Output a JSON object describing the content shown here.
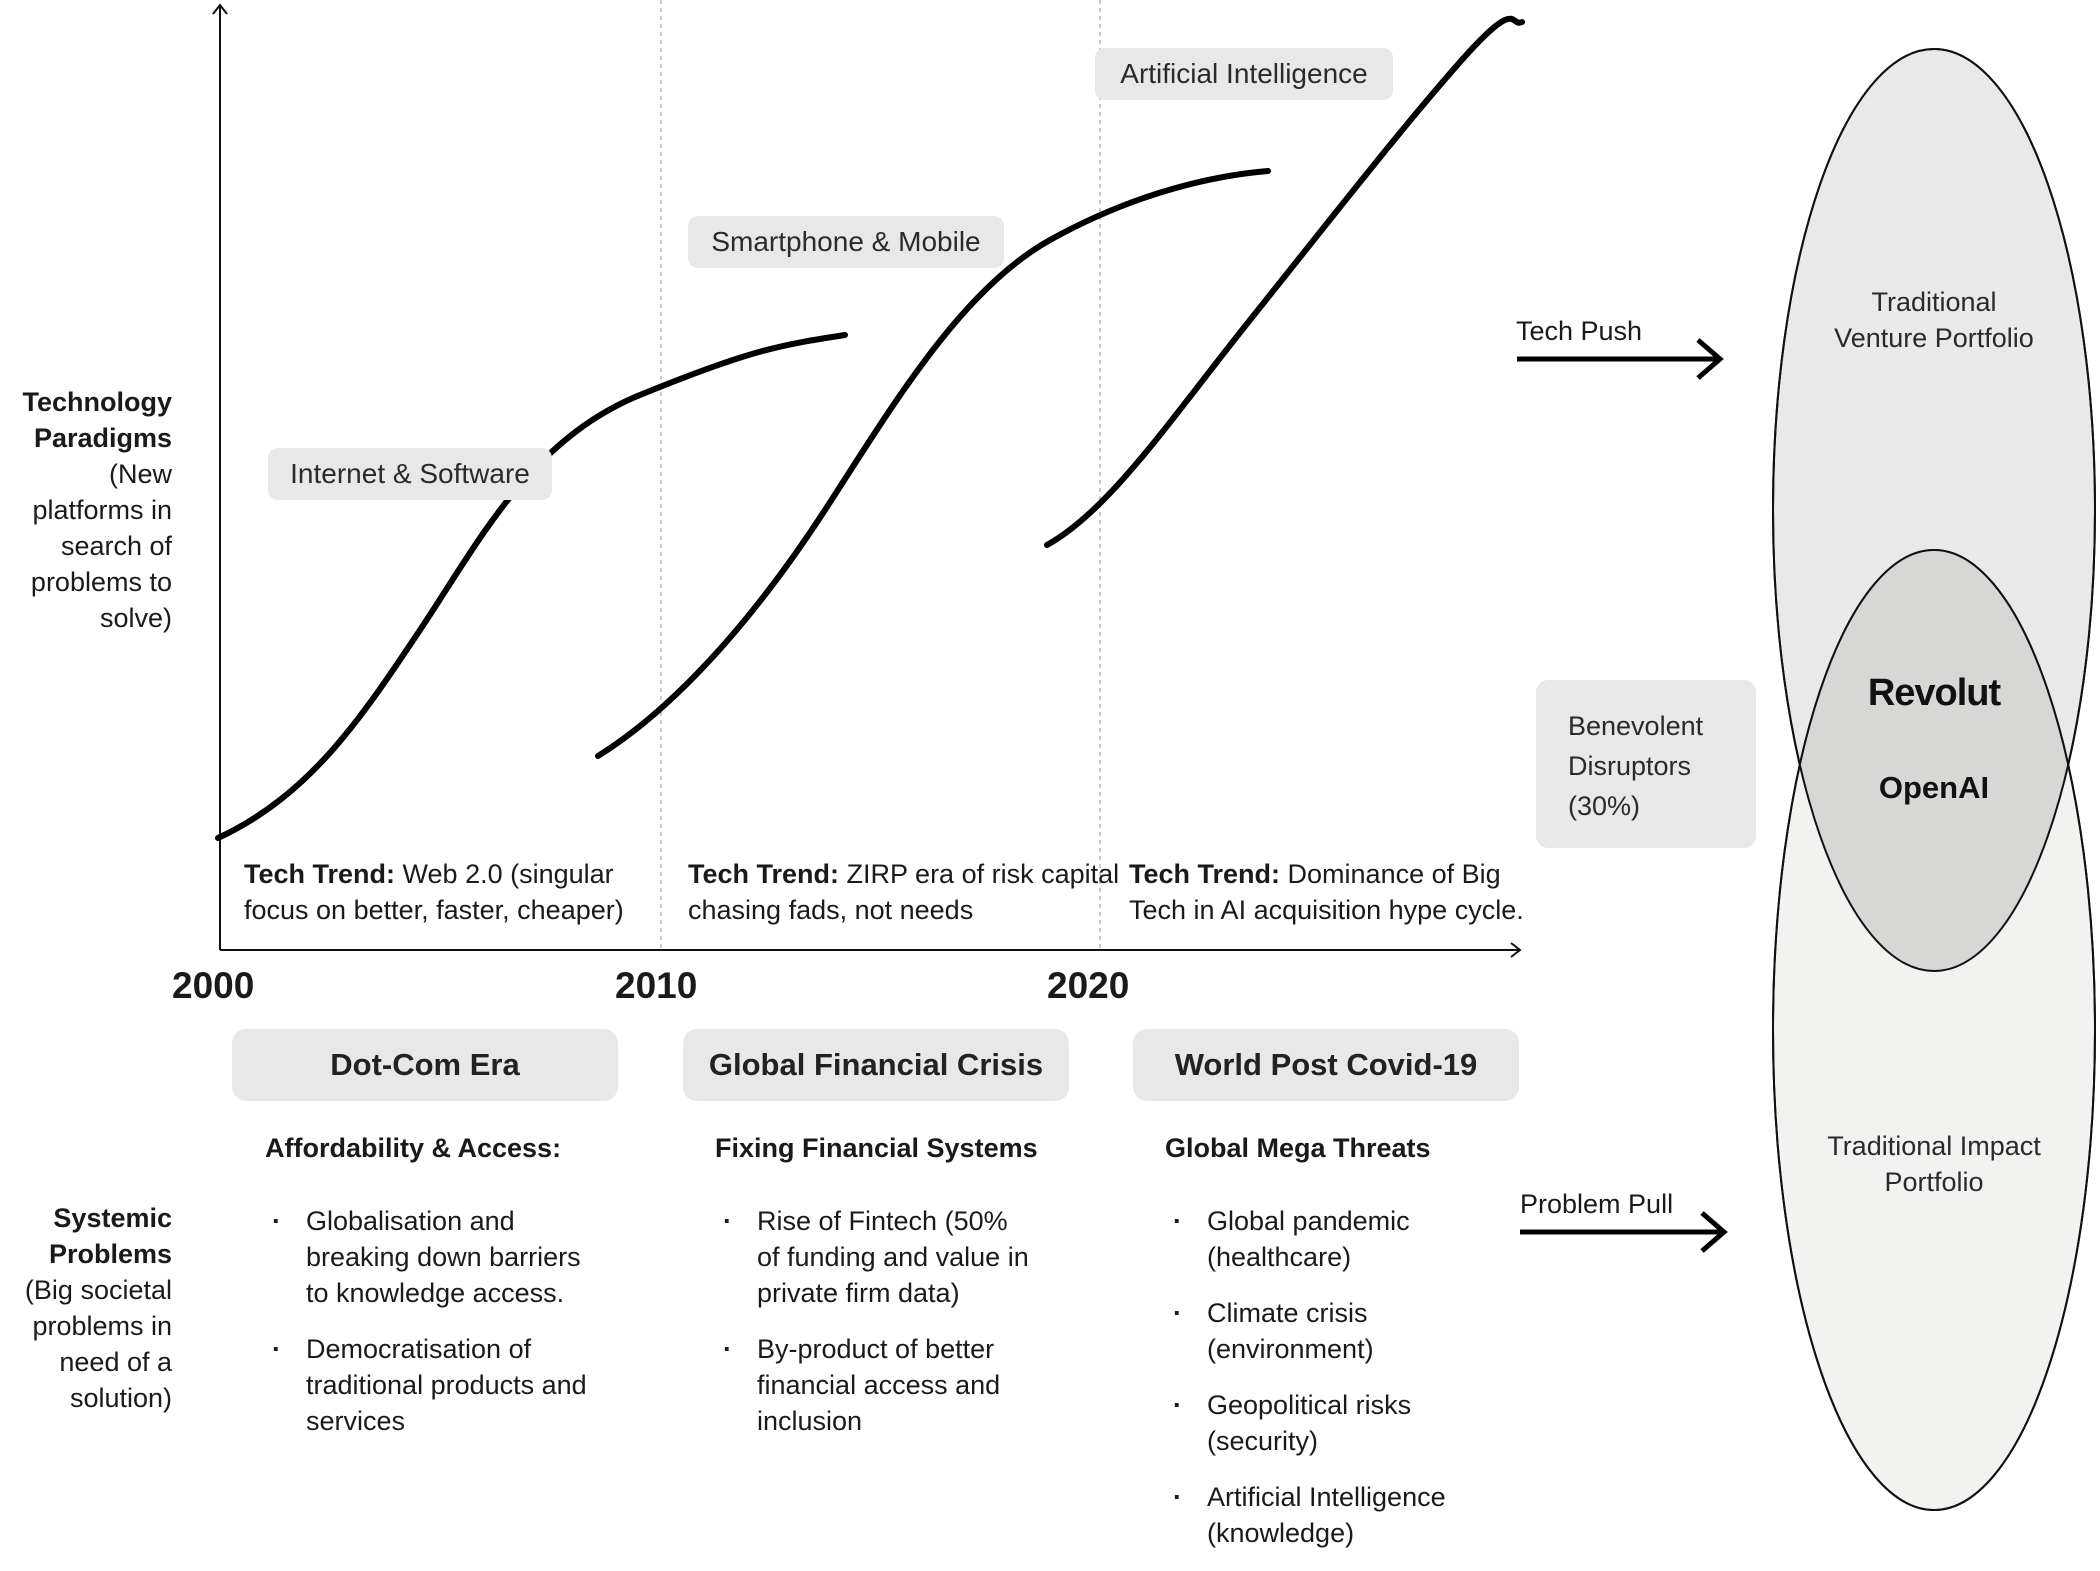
{
  "axis_labels": {
    "technology_title": "Technology Paradigms",
    "technology_desc": "(New platforms in search of problems to solve)",
    "systemic_title": "Systemic Problems",
    "systemic_desc": "(Big societal problems in need of a solution)"
  },
  "years": [
    "2000",
    "2010",
    "2020"
  ],
  "paradigms": [
    "Internet & Software",
    "Smartphone & Mobile",
    "Artificial Intelligence"
  ],
  "tech_trends": [
    {
      "label": "Tech Trend:",
      "text": " Web 2.0 (singular focus on better, faster, cheaper)"
    },
    {
      "label": "Tech Trend:",
      "text": " ZIRP era of risk capital chasing fads, not needs"
    },
    {
      "label": "Tech Trend:",
      "text": " Dominance of Big Tech in AI acquisition hype cycle."
    }
  ],
  "eras": [
    {
      "name": "Dot-Com Era",
      "problem_title": "Affordability & Access:",
      "bullets": [
        "Globalisation and breaking down barriers to knowledge access.",
        "Democratisation of traditional products and services"
      ]
    },
    {
      "name": "Global Financial Crisis",
      "problem_title": "Fixing Financial Systems",
      "bullets": [
        "Rise of Fintech (50% of funding and value in private firm data)",
        "By-product of better financial access and inclusion"
      ]
    },
    {
      "name": "World Post Covid-19",
      "problem_title": "Global Mega Threats",
      "bullets": [
        "Global pandemic (healthcare)",
        "Climate crisis (environment)",
        "Geopolitical risks (security)",
        "Artificial Intelligence (knowledge)"
      ]
    }
  ],
  "forces": {
    "tech_push": "Tech Push",
    "problem_pull": "Problem Pull"
  },
  "portfolios": {
    "venture": "Traditional Venture Portfolio",
    "impact": "Traditional Impact Portfolio",
    "overlap_label": "Benevolent Disruptors (30%)",
    "overlap_examples": [
      "Revolut",
      "OpenAI"
    ]
  },
  "colors": {
    "venture_fill": "#e9e9e9",
    "impact_fill": "#f2f2f0",
    "overlap_fill": "#d7d7d5",
    "pill_fill": "#e8e8e8",
    "curve": "#000000"
  }
}
